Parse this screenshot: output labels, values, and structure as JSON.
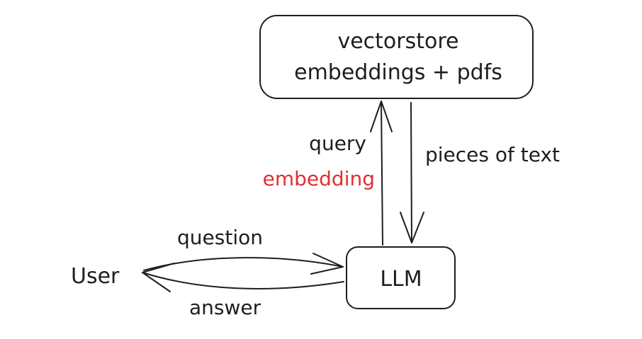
{
  "diagram": {
    "nodes": {
      "vectorstore": {
        "line1": "vectorstore",
        "line2": "embeddings + pdfs"
      },
      "llm": {
        "label": "LLM"
      },
      "user": {
        "label": "User"
      }
    },
    "edges": {
      "query_label": "query",
      "embedding_label": "embedding",
      "pieces_label": "pieces of text",
      "question_label": "question",
      "answer_label": "answer"
    },
    "colors": {
      "ink": "#1e1e1e",
      "accent": "#e03131",
      "background": "#ffffff"
    }
  }
}
